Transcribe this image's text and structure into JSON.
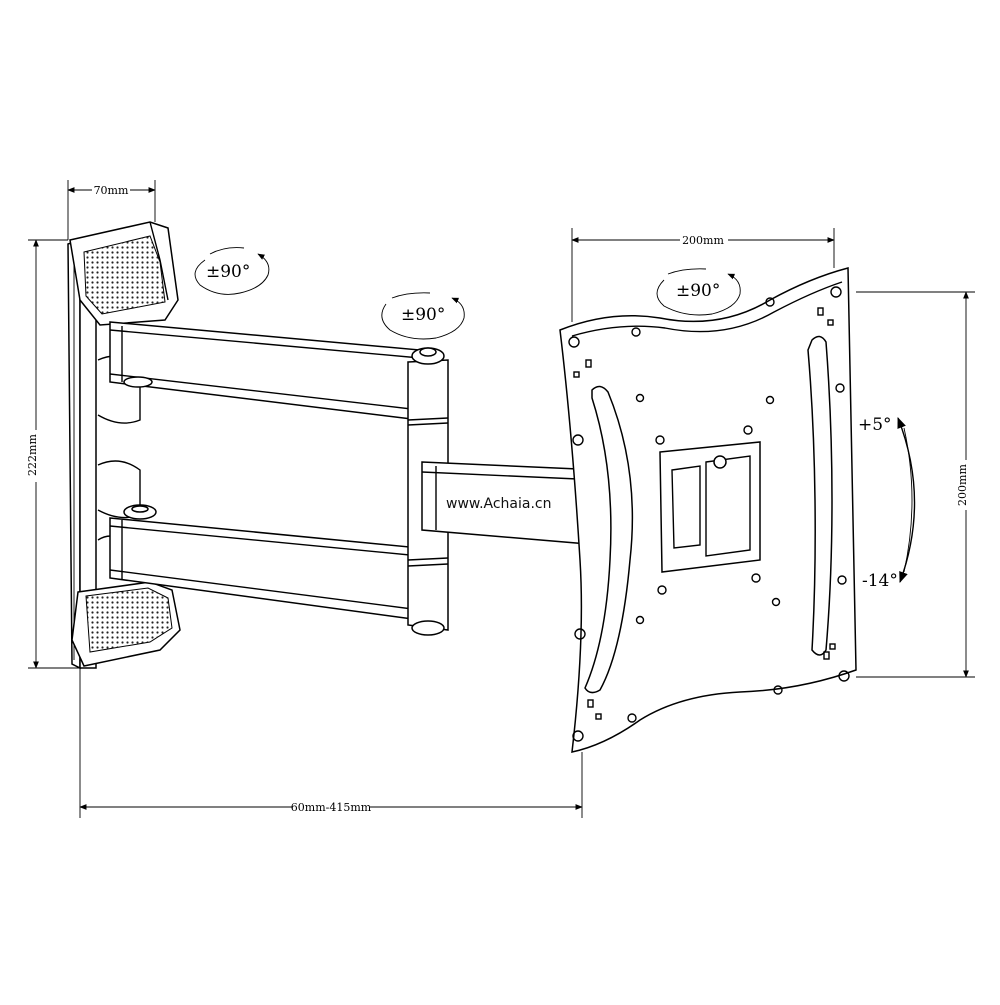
{
  "dimensions": {
    "wall_plate_width": "70mm",
    "wall_plate_height": "222mm",
    "vesa_width": "200mm",
    "vesa_height": "200mm",
    "extension": "60mm-415mm"
  },
  "rotations": {
    "wall_swivel": "±90°",
    "arm_swivel": "±90°",
    "plate_rotation": "±90°"
  },
  "tilt": {
    "up": "+5°",
    "down": "-14°"
  },
  "watermark": "www.Achaia.cn"
}
